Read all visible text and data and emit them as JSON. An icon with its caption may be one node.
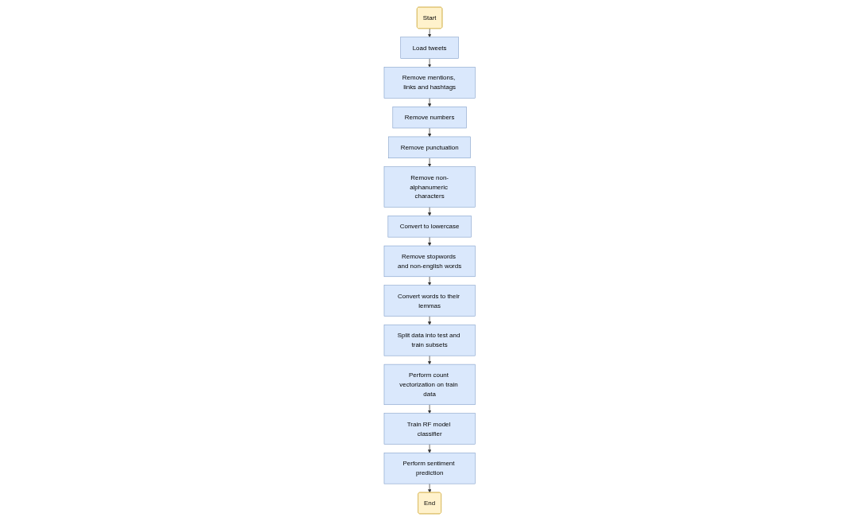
{
  "diagram": {
    "nodes": [
      {
        "text": [
          "Start"
        ]
      },
      {
        "text": [
          "Load tweets"
        ]
      },
      {
        "text": [
          "Remove mentions, links and hashtags"
        ]
      },
      {
        "text": [
          "Remove numbers"
        ]
      },
      {
        "text": [
          "Convert to lowercase"
        ]
      },
      {
        "text": [
          "Remove non-alphanumeric characters"
        ]
      },
      {
        "text": [
          "Remove punctuation"
        ]
      },
      {
        "text": [
          "Remove stopwords and non-english words"
        ]
      },
      {
        "text": [
          "Convert words to their lemmas"
        ]
      },
      {
        "text": [
          "Split data into test and train subsets"
        ]
      },
      {
        "text": [
          "End"
        ]
      },
      {
        "text": [
          "Perform sentiment prediction"
        ]
      },
      {
        "text": [
          "Train RF model classifier"
        ]
      },
      {
        "text": [
          "Perform count vectorization on train data"
        ]
      }
    ],
    "edges": [
      {
        "from": 0,
        "to": 1,
        "arrow": "to"
      },
      {
        "from": 1,
        "to": 2,
        "arrow": "to"
      },
      {
        "from": 2,
        "to": 3,
        "arrow": "to"
      },
      {
        "from": 3,
        "to": 6,
        "arrow": "to"
      },
      {
        "from": 6,
        "to": 5,
        "arrow": "to"
      },
      {
        "from": 5,
        "to": 4,
        "arrow": "to"
      },
      {
        "from": 4,
        "to": 7,
        "arrow": "to"
      },
      {
        "from": 7,
        "to": 8,
        "arrow": "to"
      },
      {
        "from": 8,
        "to": 9,
        "arrow": "to"
      },
      {
        "from": 9,
        "to": 13,
        "arrow": "to"
      },
      {
        "from": 13,
        "to": 12,
        "arrow": "to"
      },
      {
        "from": 12,
        "to": 11,
        "arrow": "to"
      },
      {
        "from": 11,
        "to": 10,
        "arrow": "to"
      }
    ]
  }
}
